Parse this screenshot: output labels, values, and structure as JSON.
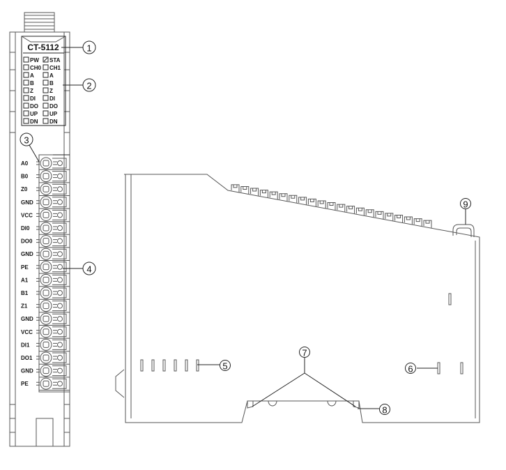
{
  "front_view": {
    "model": "CT-5112",
    "led_rows": [
      [
        "PW",
        "STA"
      ],
      [
        "CH0",
        "CH1"
      ],
      [
        "A",
        "A"
      ],
      [
        "B",
        "B"
      ],
      [
        "Z",
        "Z"
      ],
      [
        "DI",
        "DI"
      ],
      [
        "DO",
        "DO"
      ],
      [
        "UP",
        "UP"
      ],
      [
        "DN",
        "DN"
      ]
    ],
    "checked_led": "STA",
    "terminals": [
      "A0",
      "B0",
      "Z0",
      "GND",
      "VCC",
      "DI0",
      "DO0",
      "GND",
      "PE",
      "A1",
      "B1",
      "Z1",
      "GND",
      "VCC",
      "DI1",
      "DO1",
      "GND",
      "PE"
    ]
  },
  "callouts": [
    "1",
    "2",
    "3",
    "4",
    "5",
    "6",
    "7",
    "8",
    "9"
  ]
}
